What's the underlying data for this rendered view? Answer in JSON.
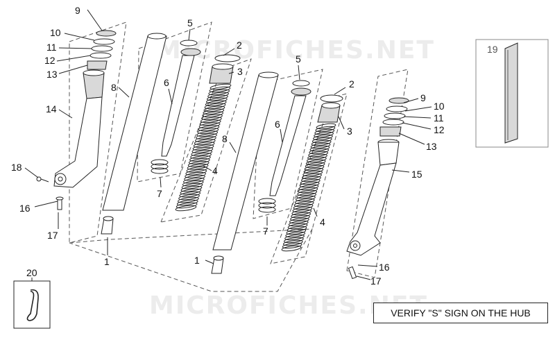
{
  "watermark": "MICROFICHES.NET",
  "note": "VERIFY \"S\" SIGN ON THE HUB",
  "labels": {
    "l1a": "1",
    "l1b": "1",
    "l2a": "2",
    "l2b": "2",
    "l3a": "3",
    "l3b": "3",
    "l4a": "4",
    "l4b": "4",
    "l5a": "5",
    "l5b": "5",
    "l6a": "6",
    "l6b": "6",
    "l7a": "7",
    "l7b": "7",
    "l8a": "8",
    "l8b": "8",
    "l9a": "9",
    "l9b": "9",
    "l10a": "10",
    "l10b": "10",
    "l11a": "11",
    "l11b": "11",
    "l12a": "12",
    "l12b": "12",
    "l13a": "13",
    "l13b": "13",
    "l14": "14",
    "l15": "15",
    "l16a": "16",
    "l16b": "16",
    "l17a": "17",
    "l17b": "17",
    "l18": "18",
    "l19": "19",
    "l20": "20"
  }
}
